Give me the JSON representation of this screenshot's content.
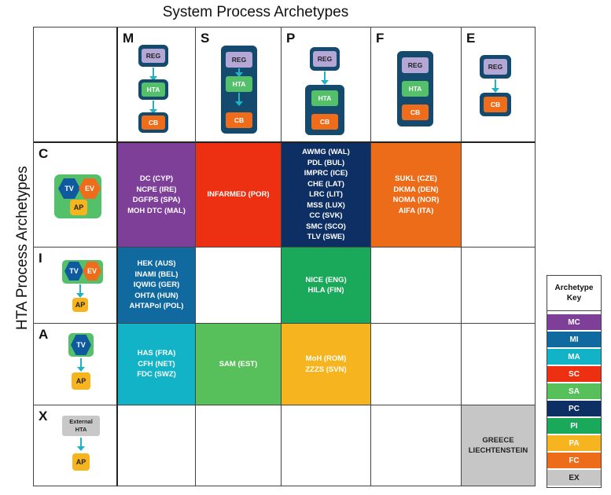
{
  "title": "System Process Archetypes",
  "side_title": "HTA Process Archetypes",
  "columns": [
    "M",
    "S",
    "P",
    "F",
    "E"
  ],
  "rows": [
    "C",
    "I",
    "A",
    "X"
  ],
  "icons": {
    "reg": "REG",
    "hta": "HTA",
    "cb": "CB",
    "tv": "TV",
    "ev": "EV",
    "ap": "AP",
    "external_hta": "External HTA"
  },
  "cells": {
    "C_M": [
      "DC (CYP)",
      "NCPE (IRE)",
      "DGFPS (SPA)",
      "MOH DTC (MAL)"
    ],
    "C_S": [
      "INFARMED (POR)"
    ],
    "C_P": [
      "AWMG (WAL)",
      "PDL (BUL)",
      "IMPRC (ICE)",
      "CHE (LAT)",
      "LRC (LIT)",
      "MSS (LUX)",
      "CC (SVK)",
      "SMC (SCO)",
      "TLV (SWE)"
    ],
    "C_F": [
      "SUKL (CZE)",
      "DKMA (DEN)",
      "NOMA (NOR)",
      "AIFA (ITA)"
    ],
    "I_M": [
      "HEK (AUS)",
      "INAMI (BEL)",
      "IQWIG (GER)",
      "OHTA (HUN)",
      "AHTAPol (POL)"
    ],
    "I_P": [
      "NICE (ENG)",
      "HILA (FIN)"
    ],
    "A_M": [
      "HAS (FRA)",
      "CFH (NET)",
      "FDC (SWZ)"
    ],
    "A_S": [
      "SAM (EST)"
    ],
    "A_P": [
      "MoH (ROM)",
      "ZZZS (SVN)"
    ],
    "X_E": [
      "GREECE",
      "LIECHTENSTEIN"
    ]
  },
  "cell_colors": {
    "C_M": "#7e3f98",
    "C_S": "#ee3012",
    "C_P": "#0d2f63",
    "C_F": "#ec6c1a",
    "I_M": "#106aa0",
    "I_P": "#1aa85a",
    "A_M": "#12b3c6",
    "A_S": "#58c05a",
    "A_P": "#f6b41e",
    "X_E": "#c6c6c6"
  },
  "key": {
    "title_line1": "Archetype",
    "title_line2": "Key",
    "items": [
      {
        "label": "MC",
        "color": "#7e3f98"
      },
      {
        "label": "MI",
        "color": "#106aa0"
      },
      {
        "label": "MA",
        "color": "#12b3c6"
      },
      {
        "label": "SC",
        "color": "#ee3012"
      },
      {
        "label": "SA",
        "color": "#58c05a"
      },
      {
        "label": "PC",
        "color": "#0d2f63"
      },
      {
        "label": "PI",
        "color": "#1aa85a"
      },
      {
        "label": "PA",
        "color": "#f6b41e"
      },
      {
        "label": "FC",
        "color": "#ec6c1a"
      },
      {
        "label": "EX",
        "color": "#c6c6c6"
      }
    ]
  }
}
